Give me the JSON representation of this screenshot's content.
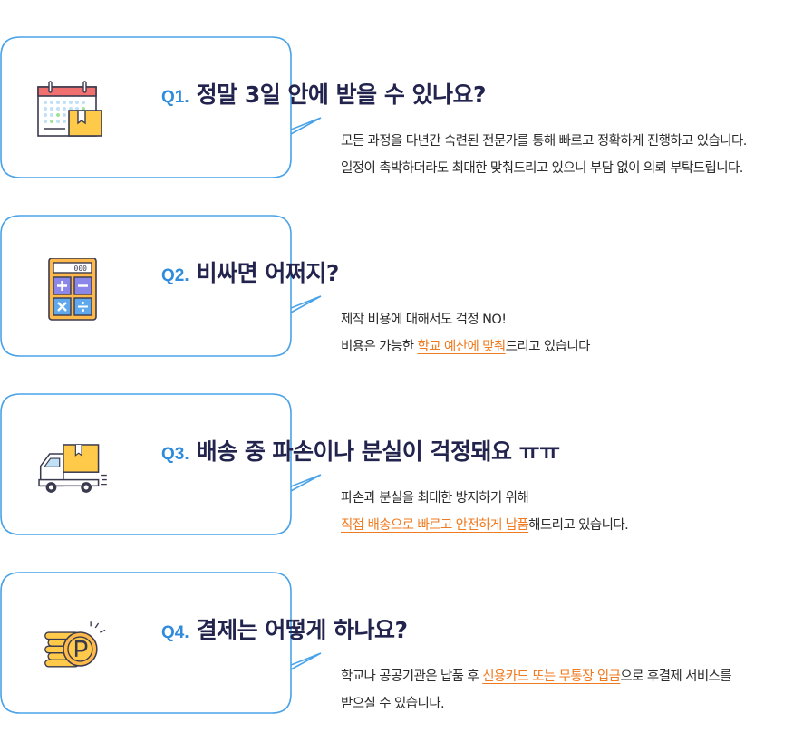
{
  "colors": {
    "accent_blue": "#2f8bdc",
    "question_text": "#23244e",
    "highlight_orange": "#f07a1f",
    "bubble_border": "#4aa3e8"
  },
  "faqs": [
    {
      "num": "Q1.",
      "question": "정말 3일 안에 받을 수 있나요?",
      "icon": "calendar-icon",
      "line1": "모든 과정을 다년간 숙련된 전문가를 통해 빠르고 정확하게 진행하고 있습니다.",
      "line2": "일정이 촉박하더라도 최대한 맞춰드리고 있으니 부담 없이 의뢰 부탁드립니다."
    },
    {
      "num": "Q2.",
      "question": "비싸면 어쩌지?",
      "icon": "calculator-icon",
      "line1": "제작 비용에 대해서도 걱정 NO!",
      "line2_pre": "비용은 가능한 ",
      "line2_hl": "학교 예산에 맞춰",
      "line2_post": "드리고 있습니다"
    },
    {
      "num": "Q3.",
      "question": "배송 중 파손이나 분실이 걱정돼요 ㅠㅠ",
      "icon": "delivery-truck-icon",
      "line1": "파손과 분실을 최대한 방지하기 위해",
      "line2_hl": "직접 배송으로 빠르고 안전하게 납품",
      "line2_post": "해드리고 있습니다."
    },
    {
      "num": "Q4.",
      "question": "결제는 어떻게 하나요?",
      "icon": "coin-stack-icon",
      "line1_pre": "학교나 공공기관은 납품 후 ",
      "line1_hl": "신용카드 또는 무통장 입금",
      "line1_post": "으로 후결제 서비스를",
      "line2": "받으실 수 있습니다."
    }
  ]
}
